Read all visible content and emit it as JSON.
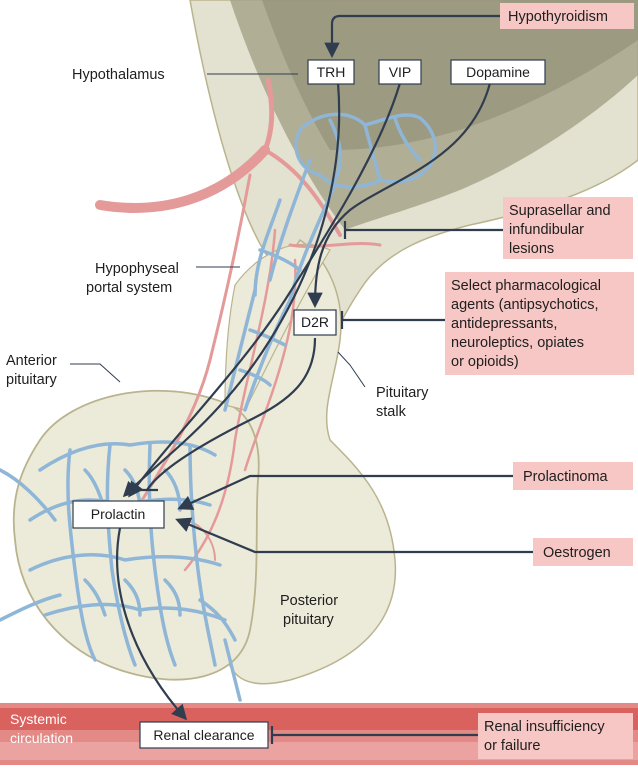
{
  "labels": {
    "hypothalamus": "Hypothalamus",
    "hypophyseal_line1": "Hypophyseal",
    "hypophyseal_line2": "portal system",
    "anterior_line1": "Anterior",
    "anterior_line2": "pituitary",
    "stalk_line1": "Pituitary",
    "stalk_line2": "stalk",
    "posterior_line1": "Posterior",
    "posterior_line2": "pituitary",
    "systemic_line1": "Systemic",
    "systemic_line2": "circulation"
  },
  "boxes": {
    "trh": "TRH",
    "vip": "VIP",
    "dopamine": "Dopamine",
    "d2r": "D2R",
    "prolactin": "Prolactin",
    "renal_clearance": "Renal clearance"
  },
  "factors": {
    "hypothyroidism": "Hypothyroidism",
    "suprasellar_line1": "Suprasellar and",
    "suprasellar_line2": "infundibular",
    "suprasellar_line3": "lesions",
    "pharma_line1": "Select pharmacological",
    "pharma_line2": "agents (antipsychotics,",
    "pharma_line3": "antidepressants,",
    "pharma_line4": "neuroleptics, opiates",
    "pharma_line5": "or opioids)",
    "prolactinoma": "Prolactinoma",
    "oestrogen": "Oestrogen",
    "renal_line1": "Renal insufficiency",
    "renal_line2": "or failure"
  },
  "colors": {
    "tissue_fill": "#e8e6d6",
    "tissue_stroke": "#b9b48e",
    "hypothalamus_dark": "#a8a58c",
    "vessel_blue": "#8fb6d6",
    "vessel_red": "#e59a9a",
    "arrow": "#2f3d4f",
    "factor_box": "#f6c7c4",
    "circulation": "#d96a6a"
  }
}
